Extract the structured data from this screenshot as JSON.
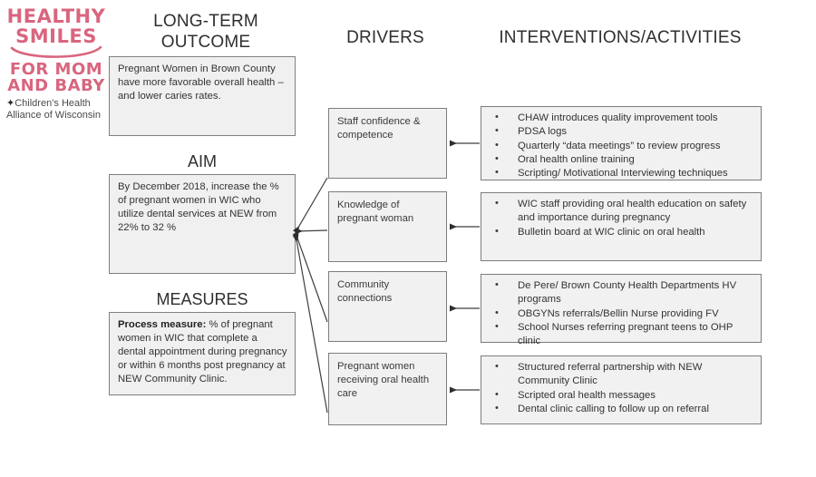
{
  "logo": {
    "line1": "HEALTHY",
    "line2": "SMILES",
    "line3": "FOR MOM",
    "line4": "AND BABY",
    "org_line1": "Children’s Health",
    "org_line2": "Alliance of Wisconsin",
    "star_glyph": "✦",
    "brand_color": "#d9657e",
    "org_color": "#4a4a4a"
  },
  "headings": {
    "outcome": "LONG-TERM\nOUTCOME",
    "outcome_line1": "LONG-TERM",
    "outcome_line2": "OUTCOME",
    "aim": "AIM",
    "measures": "MEASURES",
    "drivers": "DRIVERS",
    "interventions": "INTERVENTIONS/ACTIVITIES"
  },
  "outcome_box": {
    "text": "Pregnant Women in Brown County have more favorable overall health – and lower caries rates."
  },
  "aim_box": {
    "text": "By December 2018, increase the % of pregnant women in WIC who utilize dental services at NEW from 22% to 32 %"
  },
  "measures_box": {
    "label": "Process measure:",
    "text": " % of pregnant women in WIC that complete a dental appointment during pregnancy or within 6 months post pregnancy at NEW Community Clinic."
  },
  "drivers": [
    {
      "label": "Staff confidence & competence"
    },
    {
      "label": "Knowledge of pregnant woman"
    },
    {
      "label": "Community connections"
    },
    {
      "label": "Pregnant women receiving oral health care"
    }
  ],
  "interventions": [
    {
      "items": [
        "CHAW introduces quality improvement tools",
        "PDSA logs",
        "Quarterly “data meetings” to review progress",
        "Oral health online training",
        "Scripting/ Motivational Interviewing techniques"
      ]
    },
    {
      "items": [
        "WIC staff providing oral health education on safety and importance during pregnancy",
        "Bulletin board at WIC clinic on oral health"
      ]
    },
    {
      "items": [
        "De Pere/ Brown County  Health Departments HV programs",
        "OBGYNs referrals/Bellin Nurse providing FV",
        "School Nurses referring pregnant teens to OHP clinic"
      ]
    },
    {
      "items": [
        "Structured referral partnership with NEW Community Clinic",
        "Scripted oral health messages",
        "Dental clinic calling to follow up on referral"
      ]
    }
  ],
  "colors": {
    "box_fill": "#f1f1f1",
    "box_border": "#7d7d7d",
    "connector": "#3f3f3f",
    "text": "#333333"
  }
}
